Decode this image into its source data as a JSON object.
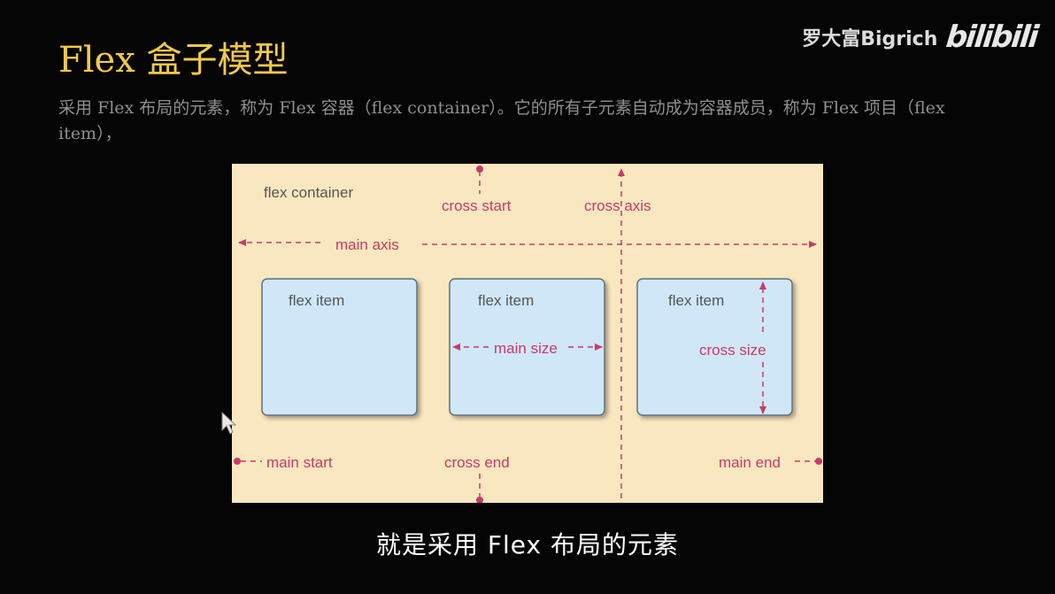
{
  "slide": {
    "title": "Flex 盒子模型",
    "description": "采用 Flex 布局的元素，称为 Flex 容器（flex container）。它的所有子元素自动成为容器成员，称为 Flex 项目（flex item），"
  },
  "watermark": {
    "author": "罗大富Bigrich",
    "logo_text": "bilibili"
  },
  "diagram": {
    "container_label": "flex container",
    "item_label": "flex item",
    "labels": {
      "main_axis": "main axis",
      "cross_axis": "cross axis",
      "cross_start": "cross start",
      "cross_end": "cross end",
      "main_start": "main start",
      "main_end": "main end",
      "main_size": "main size",
      "cross_size": "cross size"
    },
    "colors": {
      "container_bg": "#f9e7bf",
      "item_bg": "#cfe7f7",
      "item_border": "#5f7080",
      "annotation": "#c83a68",
      "text": "#555555"
    }
  },
  "subtitle": "就是采用 Flex 布局的元素",
  "cursor_icon": "mouse-pointer-icon"
}
